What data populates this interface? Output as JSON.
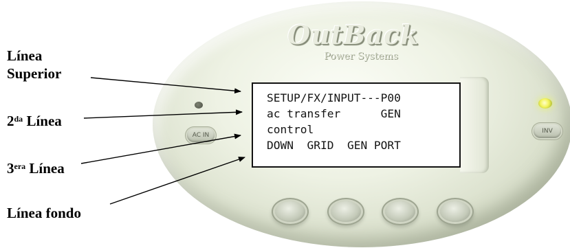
{
  "device": {
    "logo_main": "OutBack",
    "logo_sub": "Power Systems",
    "btn_acin": "AC IN",
    "btn_inv": "INV"
  },
  "lcd": {
    "line1": "SETUP/FX/INPUT---P00",
    "line2": "ac transfer      GEN",
    "line3": "control",
    "line4": "DOWN  GRID  GEN PORT"
  },
  "labels": {
    "top_1": "Línea",
    "top_2": "Superior",
    "second_sup": "da",
    "second_rest": " Línea",
    "second_num": "2",
    "third_num": "3",
    "third_sup": "era",
    "third_rest": " Línea",
    "bottom": "Línea fondo"
  },
  "colors": {
    "led_indicator": "#f2f35a",
    "device_body": "#eef2e4"
  }
}
